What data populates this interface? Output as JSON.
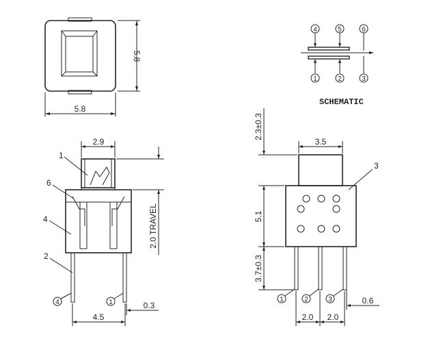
{
  "schematic": {
    "title": "SCHEMATIC",
    "pins_top": [
      "4",
      "5",
      "6"
    ],
    "pins_bottom": [
      "1",
      "2",
      "3"
    ]
  },
  "top_view": {
    "width_label": "5.8",
    "height_label": "5.8"
  },
  "side_view": {
    "width_label": "2.9",
    "travel_label": "2.0 TRAVEL",
    "pitch_label": "4.5",
    "pin_width_label": "0.3",
    "callouts": [
      "1",
      "6",
      "4",
      "2"
    ],
    "pin_labels": [
      "4",
      "1"
    ]
  },
  "front_view": {
    "actuator_label": "3.5",
    "actuator_height_label": "2.3±0.3",
    "body_height_label": "5.1",
    "lead_length_label": "3.7±0.3",
    "pin_width_label": "0.6",
    "pitch_left_label": "2.0",
    "pitch_right_label": "2.0",
    "callout": "3",
    "pin_labels": [
      "1",
      "2",
      "3"
    ]
  }
}
